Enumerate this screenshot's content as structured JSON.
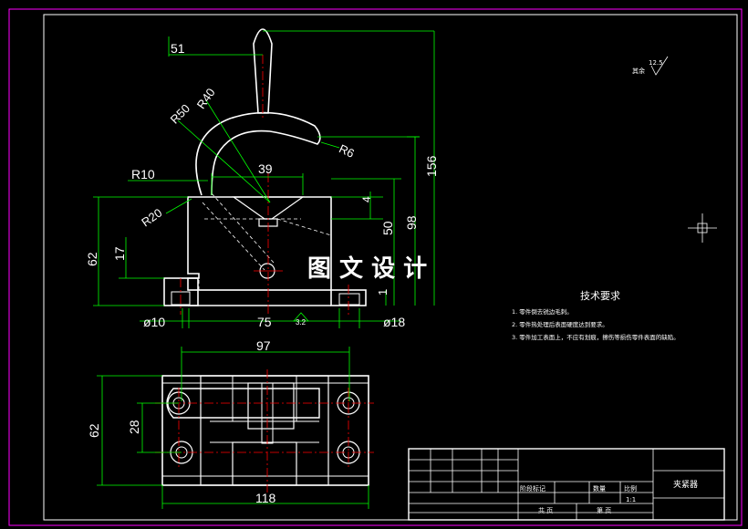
{
  "colors": {
    "background": "#000000",
    "border": "#ff00ff",
    "outline": "#ffffff",
    "dimension": "#00ff00",
    "centerline": "#ff0000",
    "hidden": "#ffffff"
  },
  "watermark": "图 文 设 计",
  "dimensions": {
    "d51": "51",
    "r40": "R40",
    "r50": "R50",
    "r6": "R6",
    "r10": "R10",
    "r20": "R20",
    "d39": "39",
    "d4": "4",
    "d50": "50",
    "d98": "98",
    "d156": "156",
    "d62_front": "62",
    "d17": "17",
    "d1": "1",
    "phi10": "ø10",
    "d75": "75",
    "phi18": "ø18",
    "rough_front": "3.2",
    "d97": "97",
    "d62_top": "62",
    "d28": "28",
    "d118": "118"
  },
  "surface_note": {
    "label": "其余",
    "value": "12.5"
  },
  "tech_requirements": {
    "title": "技术要求",
    "items": [
      "1. 零件倒去锐边毛刺。",
      "2. 零件热处理后表面硬度达到要求。",
      "3. 零件加工表面上，不应有划痕，擦伤等损伤零件表面的缺陷。"
    ]
  },
  "title_block": {
    "part_name": "夹紧器",
    "cell_stage_mark": "阶段标记",
    "cell_weight": "数量",
    "cell_scale": "比例",
    "scale_value": "1:1",
    "cell_total": "共   页",
    "cell_page": "第   页"
  }
}
